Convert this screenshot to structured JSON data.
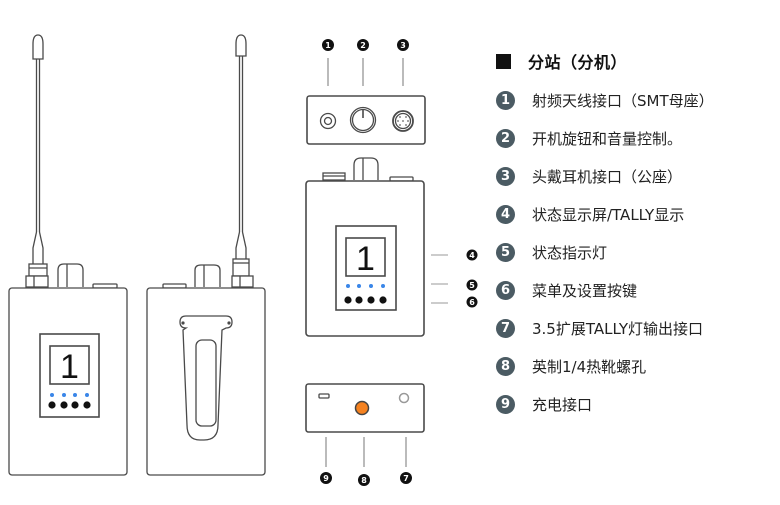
{
  "diagram": {
    "title": "分站（分机）",
    "display_number": "1",
    "callouts": [
      "1",
      "2",
      "3",
      "4",
      "5",
      "6",
      "7",
      "8",
      "9"
    ],
    "colors": {
      "line": "#4a4a4a",
      "led": "#3a86e8",
      "button": "#111111",
      "screw_hole": "#f58220",
      "badge": "#4b5b63",
      "callout_badge": "#111111"
    }
  },
  "legend": {
    "title": "分站（分机）",
    "items": [
      {
        "num": "1",
        "label": "射频天线接口（SMT母座）"
      },
      {
        "num": "2",
        "label": "开机旋钮和音量控制。"
      },
      {
        "num": "3",
        "label": "头戴耳机接口（公座）"
      },
      {
        "num": "4",
        "label": "状态显示屏/TALLY显示"
      },
      {
        "num": "5",
        "label": "状态指示灯"
      },
      {
        "num": "6",
        "label": "菜单及设置按键"
      },
      {
        "num": "7",
        "label": "3.5扩展TALLY灯输出接口"
      },
      {
        "num": "8",
        "label": "英制1/4热靴螺孔"
      },
      {
        "num": "9",
        "label": "充电接口"
      }
    ]
  }
}
